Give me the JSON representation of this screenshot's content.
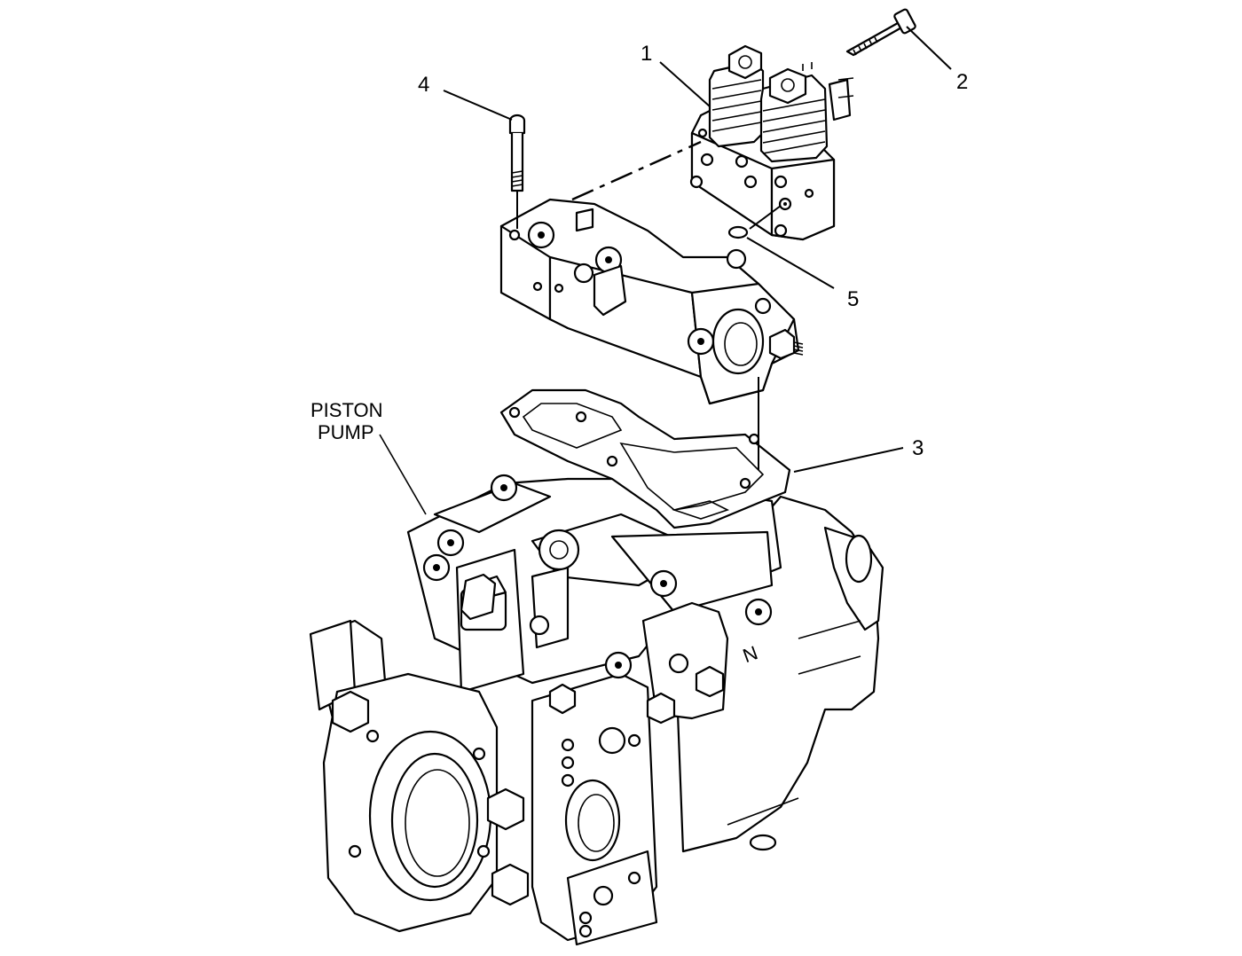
{
  "diagram": {
    "callouts": [
      {
        "id": "1",
        "text": "1"
      },
      {
        "id": "2",
        "text": "2"
      },
      {
        "id": "3",
        "text": "3"
      },
      {
        "id": "4",
        "text": "4"
      },
      {
        "id": "5",
        "text": "5"
      }
    ],
    "labels": {
      "piston_pump_line1": "PISTON",
      "piston_pump_line2": "PUMP",
      "pump_mark": "N"
    },
    "parts": [
      {
        "callout": "1",
        "part": "solenoid-valve"
      },
      {
        "callout": "2",
        "part": "bolt"
      },
      {
        "callout": "3",
        "part": "gasket"
      },
      {
        "callout": "4",
        "part": "bolt"
      },
      {
        "callout": "5",
        "part": "o-ring-seal"
      }
    ]
  }
}
